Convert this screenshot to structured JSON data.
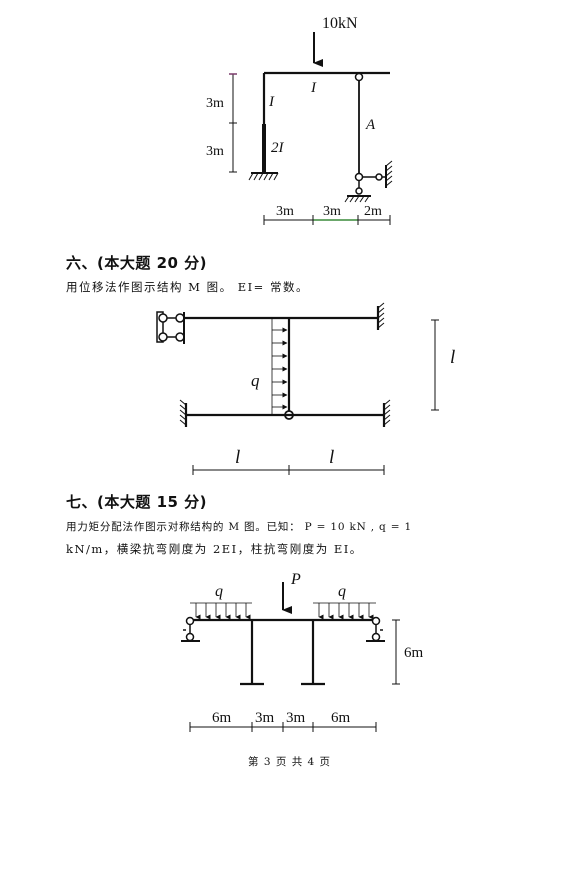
{
  "problem5": {
    "load": "10kN",
    "labels": {
      "beam_I": "I",
      "col_I": "I",
      "col_2I": "2I",
      "node_A": "A"
    },
    "dims_vertical": [
      "3m",
      "3m"
    ],
    "dims_horizontal": [
      "3m",
      "3m",
      "2m"
    ]
  },
  "problem6": {
    "heading": "六、(本大题 20 分)",
    "statement": "用位移法作图示结构 M 图。 EI= 常数。",
    "load_label": "q",
    "dim_vertical": "l",
    "dims_horizontal": [
      "l",
      "l"
    ]
  },
  "problem7": {
    "heading": "七、(本大题 15 分)",
    "statement_line1": "用力矩分配法作图示对称结构的 M 图。已知： P = 10 kN , q = 1",
    "statement_line2": "kN/m，横梁抗弯刚度为 2EI，柱抗弯刚度为 EI。",
    "load_P": "P",
    "load_q_left": "q",
    "load_q_right": "q",
    "dim_vertical": "6m",
    "dims_horizontal": [
      "6m",
      "3m",
      "3m",
      "6m"
    ]
  },
  "footer": "第 3 页 共 4 页"
}
